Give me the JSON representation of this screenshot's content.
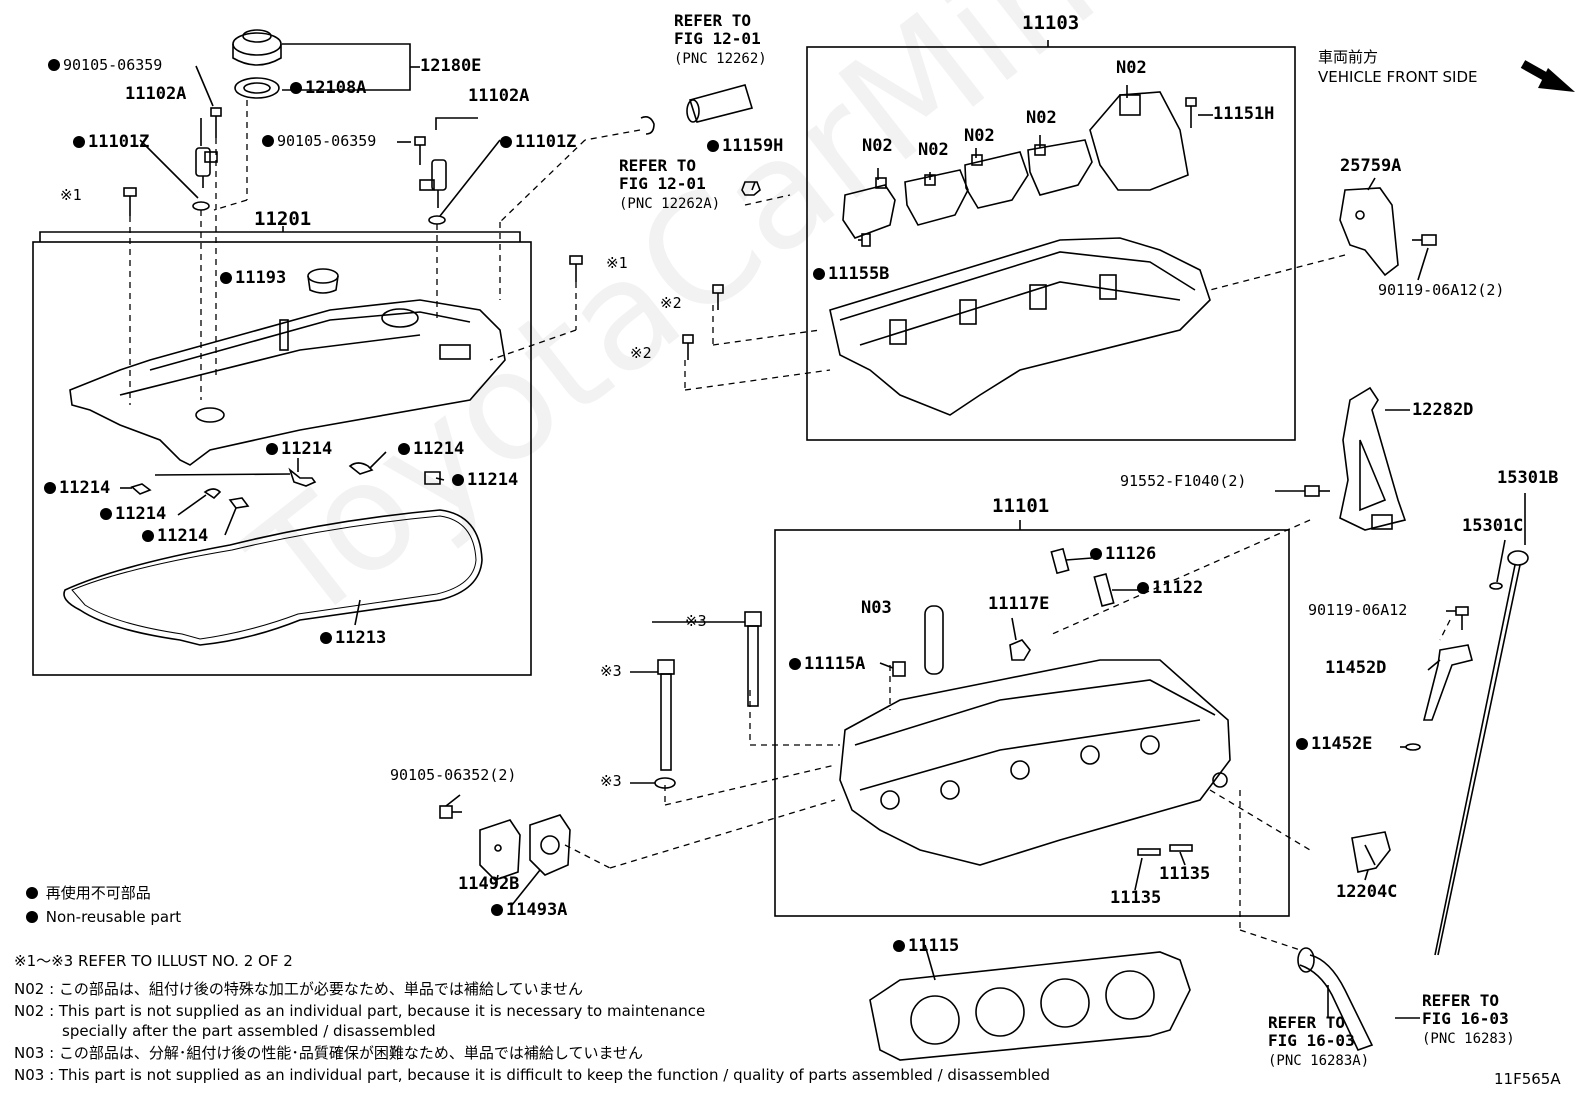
{
  "watermark": "ToyotaCarMine.ru",
  "header": {
    "front_jp": "車両前方",
    "front_en": "VEHICLE FRONT SIDE"
  },
  "refer_boxes": [
    {
      "line1": "REFER TO",
      "line2": "FIG 12-01",
      "pnc": "(PNC 12262)"
    },
    {
      "line1": "REFER TO",
      "line2": "FIG 12-01",
      "pnc": "(PNC 12262A)"
    },
    {
      "line1": "REFER TO",
      "line2": "FIG 16-03",
      "pnc": "(PNC 16283A)"
    },
    {
      "line1": "REFER TO",
      "line2": "FIG 16-03",
      "pnc": "(PNC 16283)"
    }
  ],
  "groups": {
    "g11201": "11201",
    "g11103": "11103",
    "g11101": "11101"
  },
  "parts": {
    "p90105_06359_a": "90105-06359",
    "p12180E": "12180E",
    "p12108A": "12108A",
    "p11102A_a": "11102A",
    "p11102A_b": "11102A",
    "p11101Z_a": "11101Z",
    "p11101Z_b": "11101Z",
    "p90105_06359_b": "90105-06359",
    "p11193": "11193",
    "p11214_a": "11214",
    "p11214_b": "11214",
    "p11214_c": "11214",
    "p11214_d": "11214",
    "p11214_e": "11214",
    "p11214_f": "11214",
    "p11213": "11213",
    "p11159H": "11159H",
    "pN02_a": "N02",
    "pN02_b": "N02",
    "pN02_c": "N02",
    "pN02_d": "N02",
    "pN02_e": "N02",
    "p11151H": "11151H",
    "p11155B": "11155B",
    "p25759A": "25759A",
    "p90119_06A12_2": "90119-06A12(2)",
    "p12282D": "12282D",
    "p91552_F1040": "91552-F1040(2)",
    "p15301B": "15301B",
    "p15301C": "15301C",
    "p90119_06A12": "90119-06A12",
    "p11452D": "11452D",
    "p11452E": "11452E",
    "p12204C": "12204C",
    "p11126": "11126",
    "p11122": "11122",
    "pN03": "N03",
    "p11117E": "11117E",
    "p11115A": "11115A",
    "p11135_a": "11135",
    "p11135_b": "11135",
    "p11115": "11115",
    "p90105_06352": "90105-06352(2)",
    "p11492B": "11492B",
    "p11493A": "11493A",
    "diagram_id": "11F565A"
  },
  "marks": {
    "m1_a": "※1",
    "m1_b": "※1",
    "m2_a": "※2",
    "m2_b": "※2",
    "m3_a": "※3",
    "m3_b": "※3",
    "m3_c": "※3"
  },
  "legend": {
    "jp": "再使用不可部品",
    "en": "Non-reusable part"
  },
  "notes": [
    "※1～※3  REFER TO ILLUST NO. 2 OF 2",
    "N02 : この部品は、組付け後の特殊な加工が必要なため、単品では補給していません",
    "N02 : This part is not supplied as an individual part, because it is necessary to maintenance",
    "specially after the part assembled / disassembled",
    "N03 : この部品は、分解･組付け後の性能･品質確保が困難なため、単品では補給していません",
    "N03 : This part is not supplied as an individual part, because it is difficult to keep the function / quality of parts  assembled / disassembled"
  ]
}
